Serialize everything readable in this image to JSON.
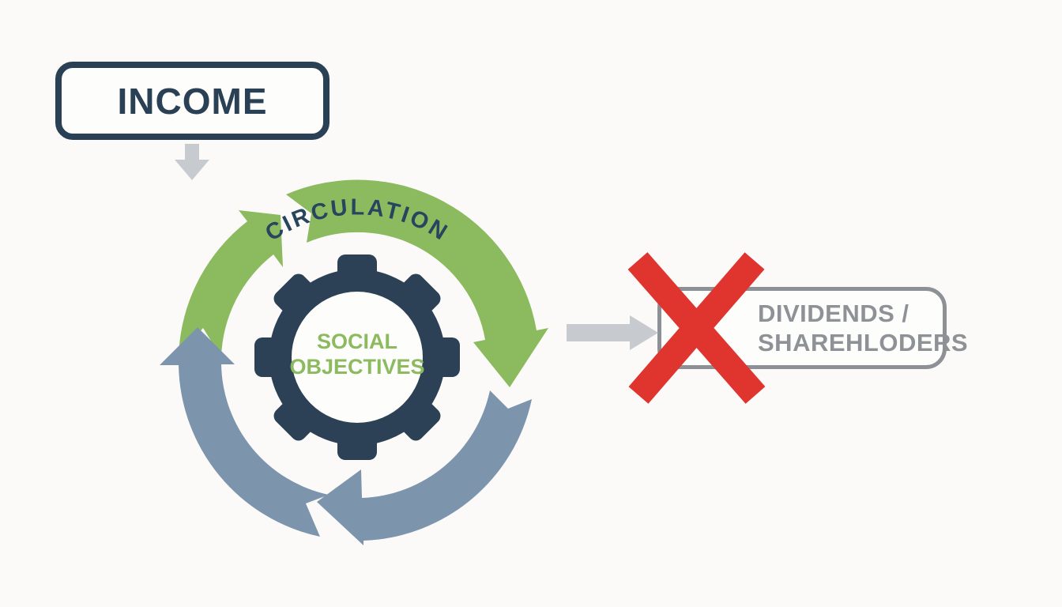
{
  "diagram": {
    "income_box": {
      "label": "INCOME"
    },
    "cycle": {
      "arc_label": "CIRCULATION",
      "center_label_line1": "SOCIAL",
      "center_label_line2": "OBJECTIVES"
    },
    "blocked_box": {
      "line1": "DIVIDENDS /",
      "line2": "SHAREHLODERS"
    }
  },
  "icons": {
    "down_arrow": "↓",
    "right_arrow": "→",
    "cross": "✕",
    "gear": "⚙",
    "cycle_arrows": "⟳"
  },
  "colors": {
    "navy": "#2c4156",
    "navy_text": "#26455e",
    "green": "#8cba5e",
    "slate_blue": "#7d94ad",
    "arrow_gray": "#c7cbd0",
    "border_gray": "#8d9195",
    "text_gray": "#8e9296",
    "red": "#e0342f",
    "background": "#fbfaf9",
    "white": "#fdfdfc"
  }
}
